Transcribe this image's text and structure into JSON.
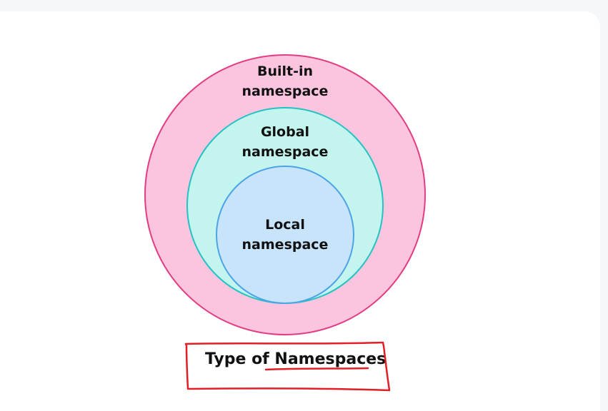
{
  "diagram": {
    "outer": {
      "line1": "Built-in",
      "line2": "namespace",
      "fill": "#fbc4df",
      "stroke": "#e23c83"
    },
    "middle": {
      "line1": "Global",
      "line2": "namespace",
      "fill": "#c3f4ee",
      "stroke": "#22c3c3"
    },
    "inner": {
      "line1": "Local",
      "line2": "namespace",
      "fill": "#c8e4fb",
      "stroke": "#4ca3e6"
    }
  },
  "caption": {
    "prefix": "Type of ",
    "highlight": "Namespaces",
    "annotation_color": "#e01f26"
  }
}
